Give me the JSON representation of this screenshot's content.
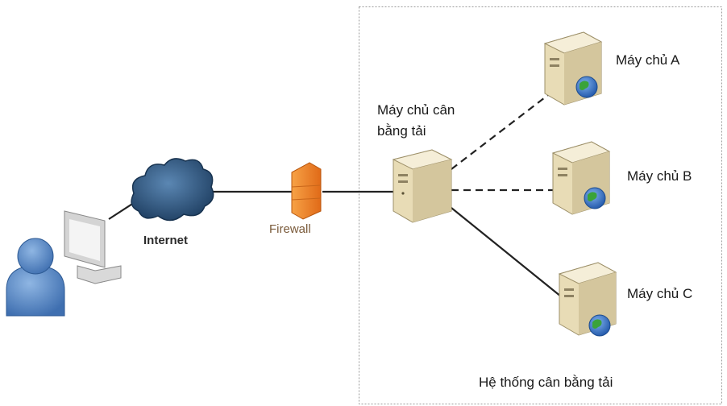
{
  "labels": {
    "internet": "Internet",
    "firewall": "Firewall",
    "load_balancer_line1": "Máy chủ cân",
    "load_balancer_line2": "bằng tải",
    "server_a": "Máy chủ A",
    "server_b": "Máy chủ B",
    "server_c": "Máy chủ C",
    "system": "Hệ thống cân bằng tải"
  },
  "colors": {
    "server_body": "#efe4c2",
    "server_shade": "#cbbf98",
    "globe": "#2f6fc7",
    "globe_land": "#3aa33a",
    "cloud": "#2a4f73",
    "firewall": "#f08a2a",
    "user": "#4a7fc0",
    "monitor": "#c8c8c8",
    "boundary": "#9a9a9a"
  }
}
